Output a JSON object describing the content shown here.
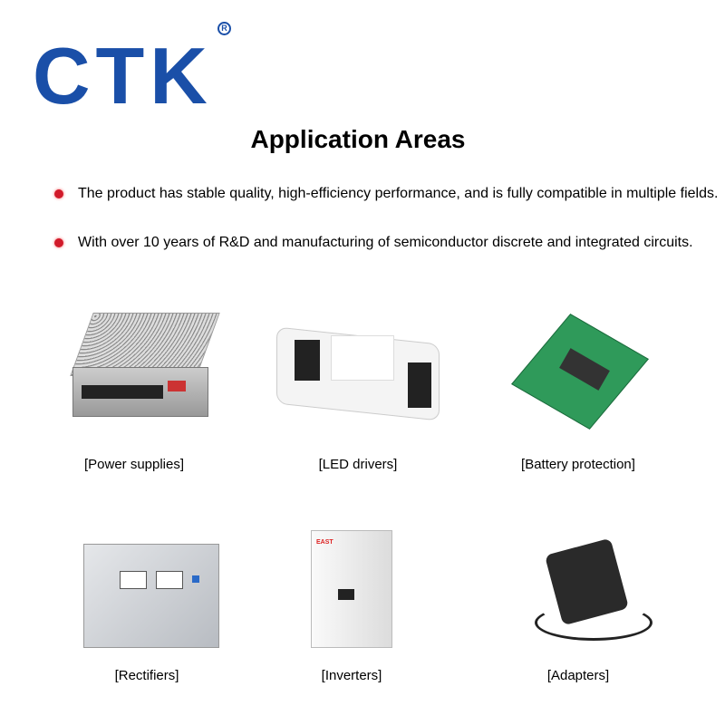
{
  "logo": {
    "text": "CTK",
    "registered": "R",
    "color": "#1a4fa8"
  },
  "title": "Application Areas",
  "bullets": [
    "The product has stable quality, high-efficiency performance, and is fully compatible in multiple fields.",
    "With over 10 years of R&D and manufacturing of semiconductor discrete and integrated circuits."
  ],
  "bullet_color": "#d11a2a",
  "applications": [
    {
      "label": "[Power supplies]"
    },
    {
      "label": "[LED drivers]"
    },
    {
      "label": "[Battery protection]"
    },
    {
      "label": "[Rectifiers]"
    },
    {
      "label": "[Inverters]"
    },
    {
      "label": "[Adapters]"
    }
  ]
}
